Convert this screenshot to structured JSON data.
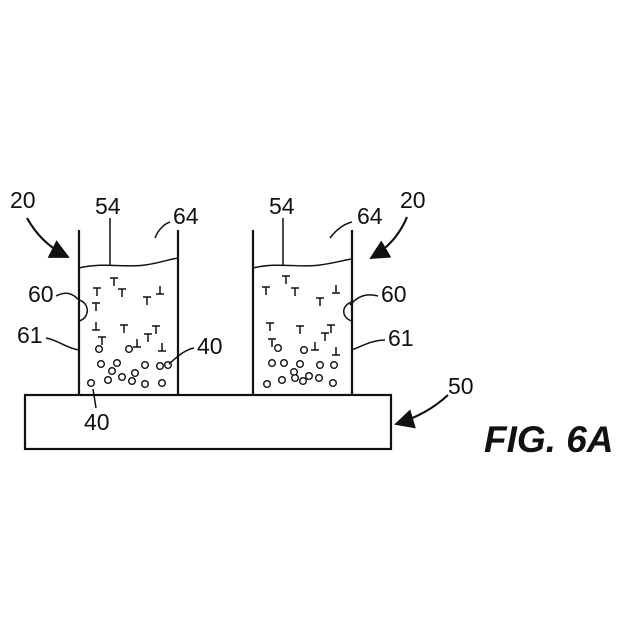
{
  "figure": {
    "caption": "FIG. 6A",
    "labels": {
      "device_left": "20",
      "device_right": "20",
      "fluid_left": "54",
      "fluid_right": "54",
      "opening_left": "64",
      "opening_right": "64",
      "wall_mark_left": "60",
      "wall_mark_right": "60",
      "wall_left": "61",
      "wall_right": "61",
      "particles_right_side": "40",
      "particles_bottom": "40",
      "substrate": "50"
    }
  }
}
